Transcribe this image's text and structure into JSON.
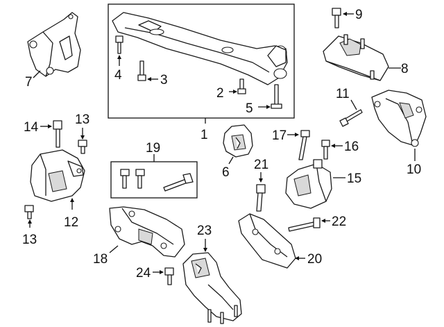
{
  "diagram": {
    "callouts": {
      "c1": "1",
      "c2": "2",
      "c3": "3",
      "c4": "4",
      "c5": "5",
      "c6": "6",
      "c7": "7",
      "c8": "8",
      "c9": "9",
      "c10": "10",
      "c11": "11",
      "c12": "12",
      "c13a": "13",
      "c13b": "13",
      "c14": "14",
      "c15": "15",
      "c16": "16",
      "c17": "17",
      "c18": "18",
      "c19": "19",
      "c20": "20",
      "c21": "21",
      "c22": "22",
      "c23": "23",
      "c24": "24"
    },
    "colors": {
      "line": "#1a1a1a",
      "shade": "#d9d9d9",
      "background": "#ffffff"
    }
  }
}
